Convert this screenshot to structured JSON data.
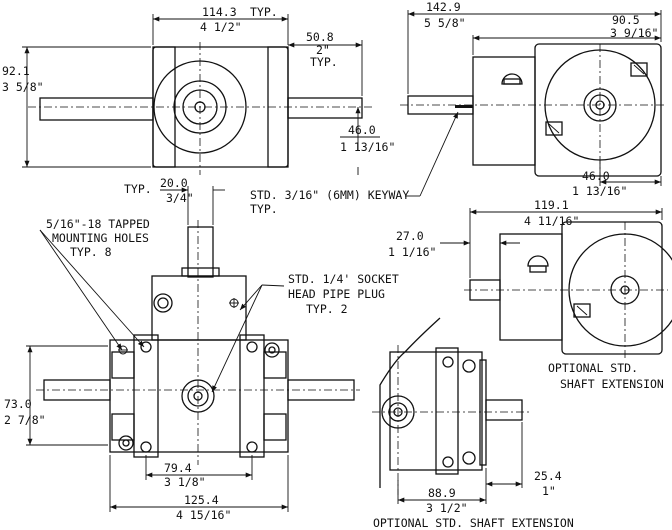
{
  "dimensions": {
    "top_width_mm": "114.3",
    "top_width_in": "4 1/2\"",
    "top_width_typ": "TYP.",
    "shaft_len_mm": "50.8",
    "shaft_len_in": "2\"",
    "shaft_len_typ": "TYP.",
    "height_mm": "92.1",
    "height_in": "3 5/8\"",
    "center_mm": "46.0",
    "center_in": "1 13/16\"",
    "side_width_mm": "142.9",
    "side_width_in": "5 5/8\"",
    "side_off_mm": "90.5",
    "side_off_in": "3 9/16\"",
    "side_center_mm": "46.0",
    "side_center_in": "1 13/16\"",
    "shaft_dia_typ": "TYP.",
    "shaft_dia_mm": "20.0",
    "shaft_dia_in": "3/4\"",
    "opt_width_mm": "119.1",
    "opt_width_in": "4 11/16\"",
    "opt_off_mm": "27.0",
    "opt_off_in": "1 1/16\"",
    "front_height_mm": "73.0",
    "front_height_in": "2 7/8\"",
    "hole_space_mm": "79.4",
    "hole_space_in": "3 1/8\"",
    "base_width_mm": "125.4",
    "base_width_in": "4 15/16\"",
    "bot_width_mm": "88.9",
    "bot_width_in": "3 1/2\"",
    "bot_ext_mm": "25.4",
    "bot_ext_in": "1\""
  },
  "notes": {
    "keyway_line1": "STD. 3/16\" (6MM) KEYWAY",
    "keyway_line2": "TYP.",
    "holes_line1": "5/16\"-18 TAPPED",
    "holes_line2": "MOUNTING HOLES",
    "holes_line3": "TYP. 8",
    "plug_line1": "STD. 1/4' SOCKET",
    "plug_line2": "HEAD PIPE PLUG",
    "plug_line3": "TYP. 2",
    "opt_side_line1": "OPTIONAL STD.",
    "opt_side_line2": "SHAFT EXTENSION",
    "opt_bottom": "OPTIONAL STD. SHAFT EXTENSION"
  }
}
